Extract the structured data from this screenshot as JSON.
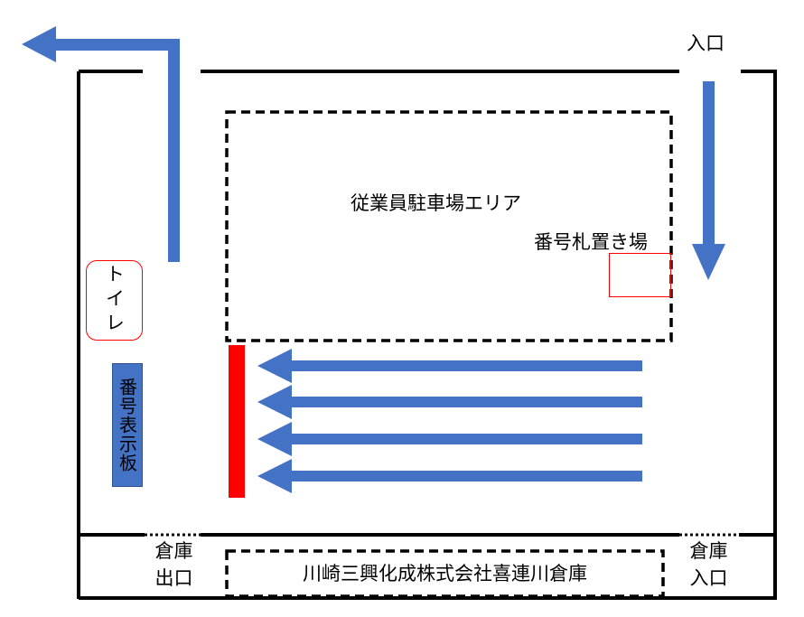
{
  "labels": {
    "entrance": "入口",
    "parking_area": "従業員駐車場エリア",
    "number_plate_place": "番号札置き場",
    "toilet": "トイレ",
    "number_board": "番号表示板",
    "warehouse_exit_line1": "倉庫",
    "warehouse_exit_line2": "出口",
    "warehouse_entrance_line1": "倉庫",
    "warehouse_entrance_line2": "入口",
    "warehouse_name": "川崎三興化成株式会社喜連川倉庫"
  },
  "colors": {
    "arrow": "#4472c4",
    "stop_bar": "#ff0000",
    "toilet_border": "#ff0000",
    "board_fill": "#4472c4"
  }
}
